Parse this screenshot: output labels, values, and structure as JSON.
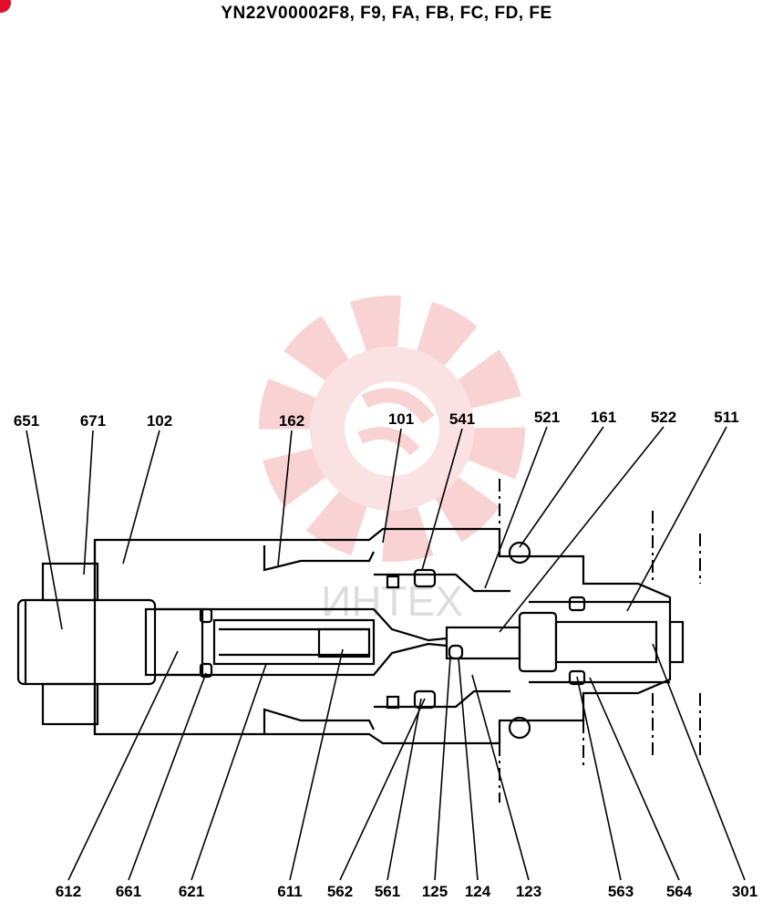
{
  "title": "YN22V00002F8, F9, FA, FB, FC, FD, FE",
  "watermark": {
    "text": "ИНТЕХ",
    "color": "#f3a6a6"
  },
  "accent_color": "#e0102a",
  "part_labels_top": [
    "651",
    "671",
    "102",
    "162",
    "101",
    "541",
    "521",
    "161",
    "522",
    "511"
  ],
  "part_labels_bottom": [
    "612",
    "661",
    "621",
    "611",
    "562",
    "561",
    "125",
    "124",
    "123",
    "563",
    "564",
    "301"
  ]
}
